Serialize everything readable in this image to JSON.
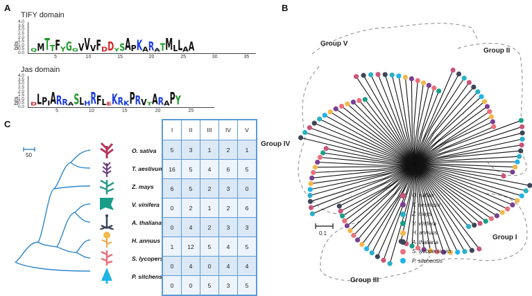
{
  "panels": {
    "a": "A",
    "b": "B",
    "c": "C"
  },
  "logo1": {
    "title": "TIFY domain",
    "ylabel": "bits",
    "yticks": [
      "4.0",
      "3.5",
      "3.0",
      "2.5",
      "2.0",
      "1.5",
      "1.0",
      "0.5",
      "0.0"
    ],
    "xticks": [
      "5",
      "10",
      "15",
      "20",
      "25",
      "30",
      "35"
    ],
    "letters": "QMTTFYGGVVVFDDYSAPKARATMLLAA"
  },
  "logo2": {
    "title": "Jas domain",
    "ylabel": "bits",
    "yticks": [
      "4.0",
      "3.5",
      "3.0",
      "2.5",
      "2.0",
      "1.5",
      "1.0",
      "0.5",
      "0.0"
    ],
    "xticks": [
      "5",
      "10",
      "15",
      "20",
      "25"
    ],
    "letters": "DLPIARRASLHRFLEKRKPRVTARAPY"
  },
  "species_tree": {
    "scale_label": "50",
    "species": [
      "O. sativa",
      "T. aestivum",
      "Z. mays",
      "V. vinifera",
      "A. thaliana",
      "H. annuus",
      "S. lycopersicum",
      "P. sitchensis"
    ]
  },
  "table": {
    "headers": [
      "I",
      "II",
      "III",
      "IV",
      "V"
    ],
    "rows": [
      [
        "5",
        "3",
        "1",
        "2",
        "1"
      ],
      [
        "16",
        "5",
        "4",
        "6",
        "5"
      ],
      [
        "6",
        "5",
        "2",
        "3",
        "0"
      ],
      [
        "0",
        "2",
        "1",
        "2",
        "6"
      ],
      [
        "0",
        "4",
        "2",
        "3",
        "3"
      ],
      [
        "1",
        "12",
        "5",
        "4",
        "5"
      ],
      [
        "0",
        "4",
        "0",
        "4",
        "4"
      ],
      [
        "0",
        "0",
        "5",
        "3",
        "5"
      ]
    ]
  },
  "tree": {
    "groups": [
      "Group V",
      "Group II",
      "Group IV",
      "Group I",
      "Group III"
    ],
    "scale_label": "0.1",
    "legend": [
      {
        "name": "O. sativa",
        "color": "#c9547a"
      },
      {
        "name": "T. aestivum",
        "color": "#7b3f8f"
      },
      {
        "name": "Z. mays",
        "color": "#2ab0c6"
      },
      {
        "name": "V. vinifera",
        "color": "#1a9e8a"
      },
      {
        "name": "H. annuus",
        "color": "#f2b84b"
      },
      {
        "name": "A. thaliana",
        "color": "#3c4658"
      },
      {
        "name": "S. lycopersicum",
        "color": "#e8707a"
      },
      {
        "name": "P. sitchensis",
        "color": "#1fb4e6"
      }
    ]
  }
}
